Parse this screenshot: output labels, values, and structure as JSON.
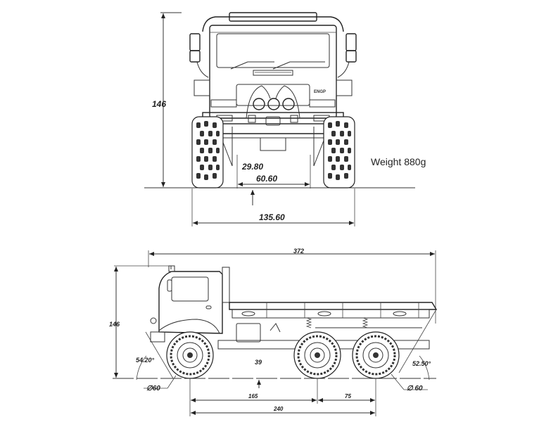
{
  "diagram": {
    "title": "",
    "weight_label": "Weight  880g",
    "front_view": {
      "height": "146",
      "track_inner": "29.80",
      "axle_width": "60.60",
      "overall_width": "135.60"
    },
    "side_view": {
      "overall_length": "372",
      "height": "146",
      "ground_clearance": "39",
      "approach_angle": "54.20°",
      "departure_angle": "52.50°",
      "front_tire_diameter": "∅60",
      "rear_tire_diameter": "∅ 60",
      "wheelbase_front_mid": "165",
      "wheelbase_mid_rear": "75",
      "wheelbase_total": "240"
    }
  }
}
